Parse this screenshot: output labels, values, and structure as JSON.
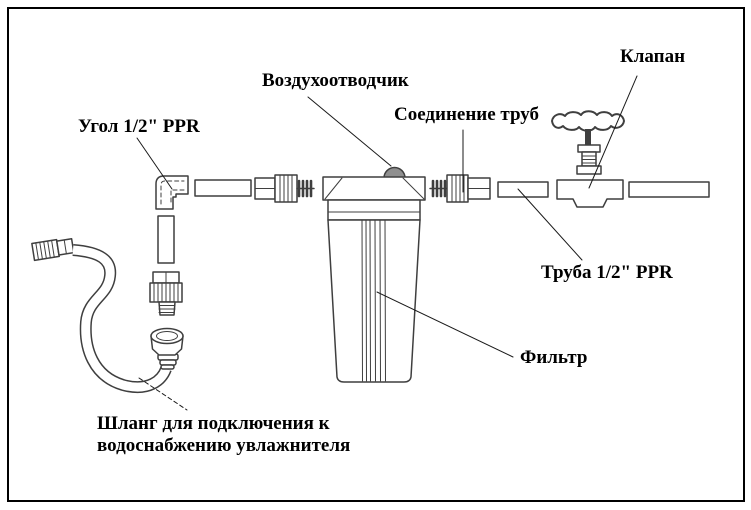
{
  "diagram": {
    "title_hint": "humidifier water filter installation diagram",
    "labels": {
      "elbow": "Угол 1/2\" PPR",
      "air_vent": "Воздухоотводчик",
      "pipe_connection": "Соединение труб",
      "valve": "Клапан",
      "pipe": "Труба 1/2\" PPR",
      "filter": "Фильтр",
      "hose_line1": "Шланг для подключения к",
      "hose_line2": "водоснабжению увлажнителя"
    },
    "colors": {
      "line": "#3f3f3f",
      "label_text": "#000000",
      "vent_dome": "#8f8f8f",
      "background": "#ffffff",
      "frame": "#000000"
    }
  }
}
